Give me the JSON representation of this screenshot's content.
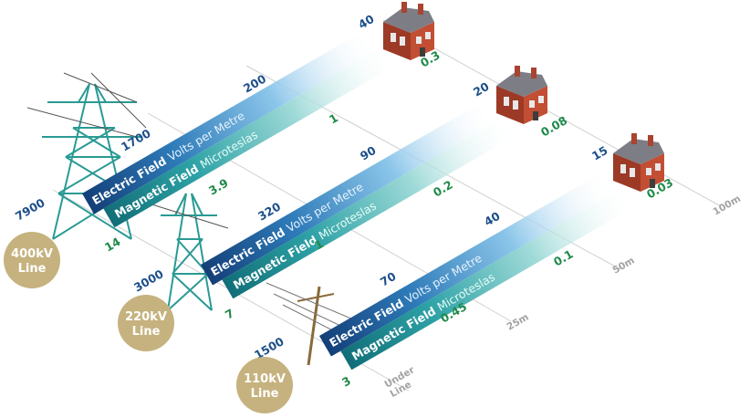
{
  "colors": {
    "electric": "#1c4f8a",
    "magnetic": "#1f8a4a",
    "badge": "#c5b27e",
    "tower": "#2a9a94",
    "house": "#b5452f",
    "distance": "#a3a3a3"
  },
  "distances": [
    "Under Line",
    "25m",
    "50m",
    "100m"
  ],
  "legend": {
    "electric_bold": "Electric Field",
    "electric_unit": "Volts per Metre",
    "magnetic_bold": "Magnetic Field",
    "magnetic_unit": "Microteslas"
  },
  "lines": [
    {
      "badge_line1": "400kV",
      "badge_line2": "Line",
      "electric": [
        "7900",
        "1700",
        "200",
        "40"
      ],
      "magnetic": [
        "14",
        "3.9",
        "1",
        "0.3"
      ]
    },
    {
      "badge_line1": "220kV",
      "badge_line2": "Line",
      "electric": [
        "3000",
        "320",
        "90",
        "20"
      ],
      "magnetic": [
        "7",
        "1",
        "0.2",
        "0.08"
      ]
    },
    {
      "badge_line1": "110kV",
      "badge_line2": "Line",
      "electric": [
        "1500",
        "70",
        "40",
        "15"
      ],
      "magnetic": [
        "3",
        "0.45",
        "0.1",
        "0.03"
      ]
    }
  ]
}
